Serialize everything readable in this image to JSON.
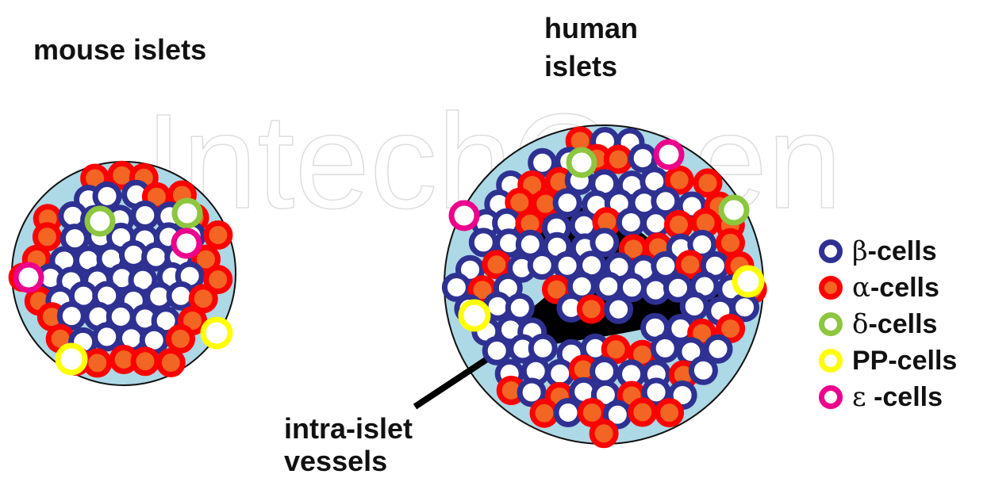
{
  "labels": {
    "mouse_title": "mouse islets",
    "human_title_line1": "human",
    "human_title_line2": "islets",
    "vessel_label_line1": "intra-islet",
    "vessel_label_line2": "vessels",
    "watermark": "IntechOpen"
  },
  "legend": [
    {
      "symbol": "β",
      "suffix": "-cells",
      "fill": "#ffffff",
      "ring": "#2e3192"
    },
    {
      "symbol": "α",
      "suffix": "-cells",
      "fill": "#f26522",
      "ring": "#ff0000"
    },
    {
      "symbol": "δ",
      "suffix": "-cells",
      "fill": "#ffffff",
      "ring": "#8dc63f"
    },
    {
      "symbol": "",
      "suffix": "PP-cells",
      "fill": "#ffffff",
      "ring": "#ffff00"
    },
    {
      "symbol": "ε",
      "suffix": " -cells",
      "fill": "#ffffff",
      "ring": "#ec008c"
    }
  ],
  "colors": {
    "islet_background": "#add8e6",
    "vessel": "#000000",
    "beta_ring": "#2e3192",
    "alpha_ring": "#ff0000",
    "alpha_fill": "#f26522",
    "delta_ring": "#8dc63f",
    "pp_ring": "#ffff00",
    "epsilon_ring": "#ec008c"
  }
}
